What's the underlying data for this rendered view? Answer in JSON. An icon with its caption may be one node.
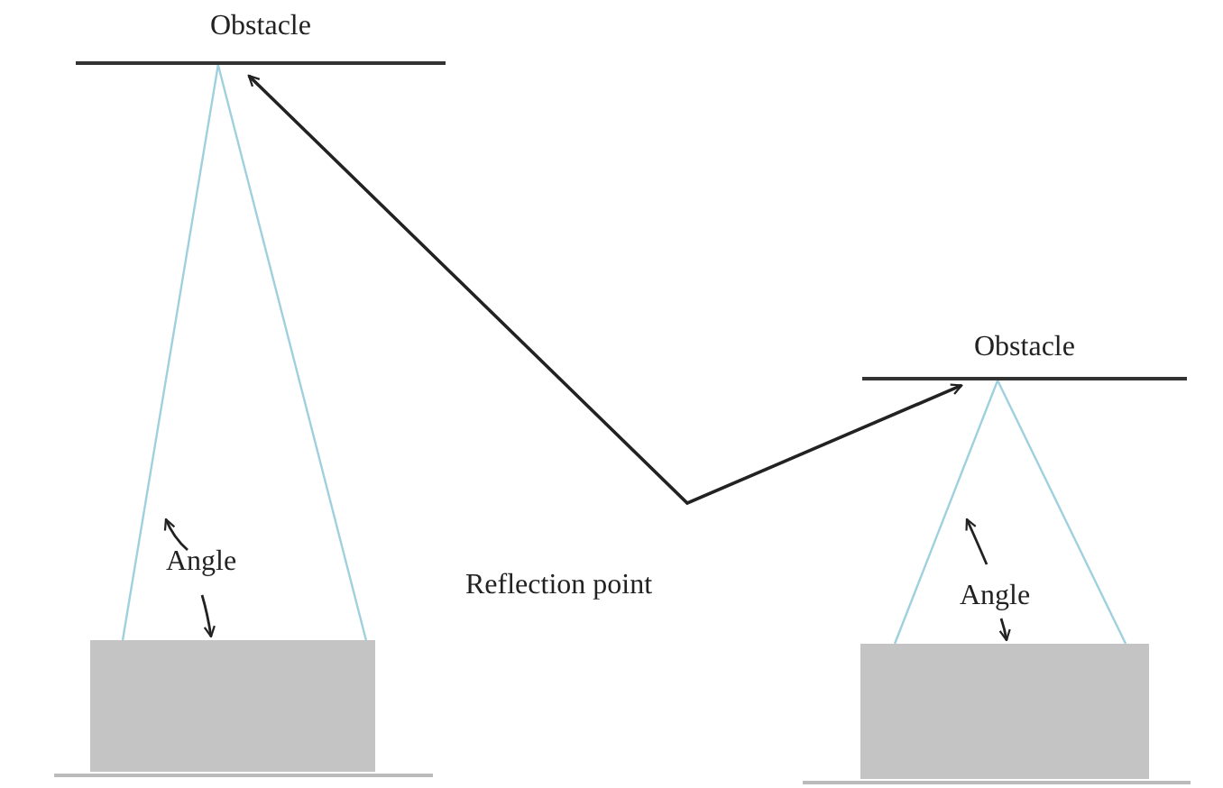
{
  "diagram": {
    "nodes": [
      {
        "text": [
          "Obstacle"
        ]
      },
      {
        "text": [
          "Obstacle"
        ]
      },
      {
        "text": [],
        "shape": "box"
      },
      {
        "text": [],
        "shape": "box"
      }
    ],
    "edges": [
      {
        "from": 2,
        "to": 0,
        "arrow": "none",
        "color": "#9fd0de"
      },
      {
        "from": 2,
        "to": 0,
        "arrow": "none",
        "color": "#9fd0de"
      },
      {
        "from": 3,
        "to": 1,
        "arrow": "none",
        "color": "#9fd0de"
      },
      {
        "from": 3,
        "to": 1,
        "arrow": "none",
        "color": "#9fd0de"
      },
      {
        "from": 0,
        "to": 1,
        "arrow": "both",
        "color": "#222222"
      }
    ],
    "labels": [
      "Angle",
      "Reflection point",
      "Angle"
    ]
  }
}
